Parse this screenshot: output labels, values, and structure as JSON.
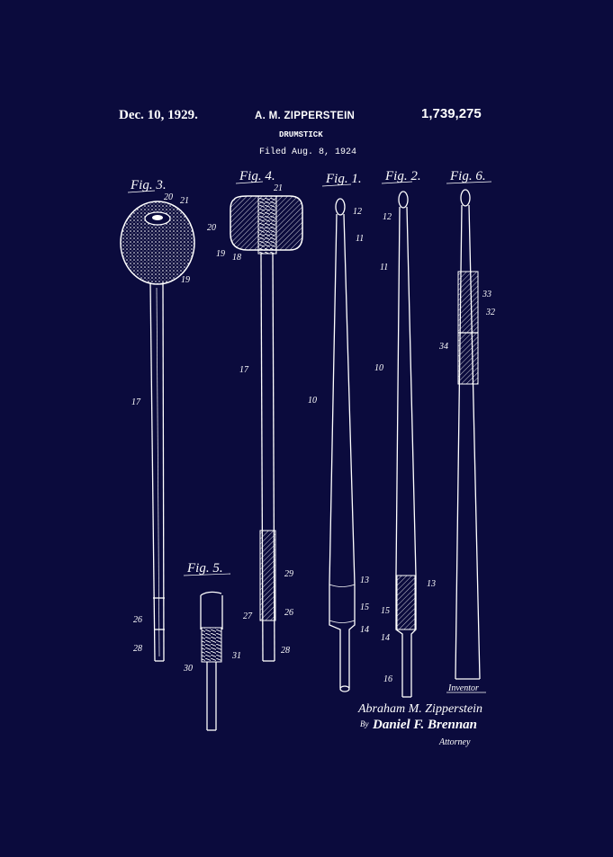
{
  "header": {
    "date": "Dec. 10, 1929.",
    "inventor": "A. M. ZIPPERSTEIN",
    "patent_number": "1,739,275",
    "title": "DRUMSTICK",
    "filed": "Filed Aug. 8, 1924"
  },
  "figures": {
    "fig3": "Fig. 3.",
    "fig4": "Fig. 4.",
    "fig1": "Fig. 1.",
    "fig2": "Fig. 2.",
    "fig6": "Fig. 6.",
    "fig5": "Fig. 5."
  },
  "ref_numerals": {
    "fig3": [
      "20",
      "21",
      "19",
      "17",
      "26",
      "28"
    ],
    "fig4": [
      "21",
      "20",
      "19",
      "18",
      "17",
      "29",
      "27",
      "26",
      "28"
    ],
    "fig1": [
      "12",
      "11",
      "10",
      "13",
      "15",
      "14"
    ],
    "fig2": [
      "12",
      "11",
      "10",
      "13",
      "15",
      "14",
      "16"
    ],
    "fig6": [
      "33",
      "32",
      "34"
    ],
    "fig5": [
      "30",
      "31"
    ]
  },
  "signature": {
    "inventor_label": "Inventor",
    "inventor_name": "Abraham M. Zipperstein",
    "attorney_by": "By",
    "attorney_name": "Daniel F. Brennan",
    "attorney_label": "Attorney"
  },
  "colors": {
    "background": "#0b0b3d",
    "ink": "#ffffff"
  }
}
